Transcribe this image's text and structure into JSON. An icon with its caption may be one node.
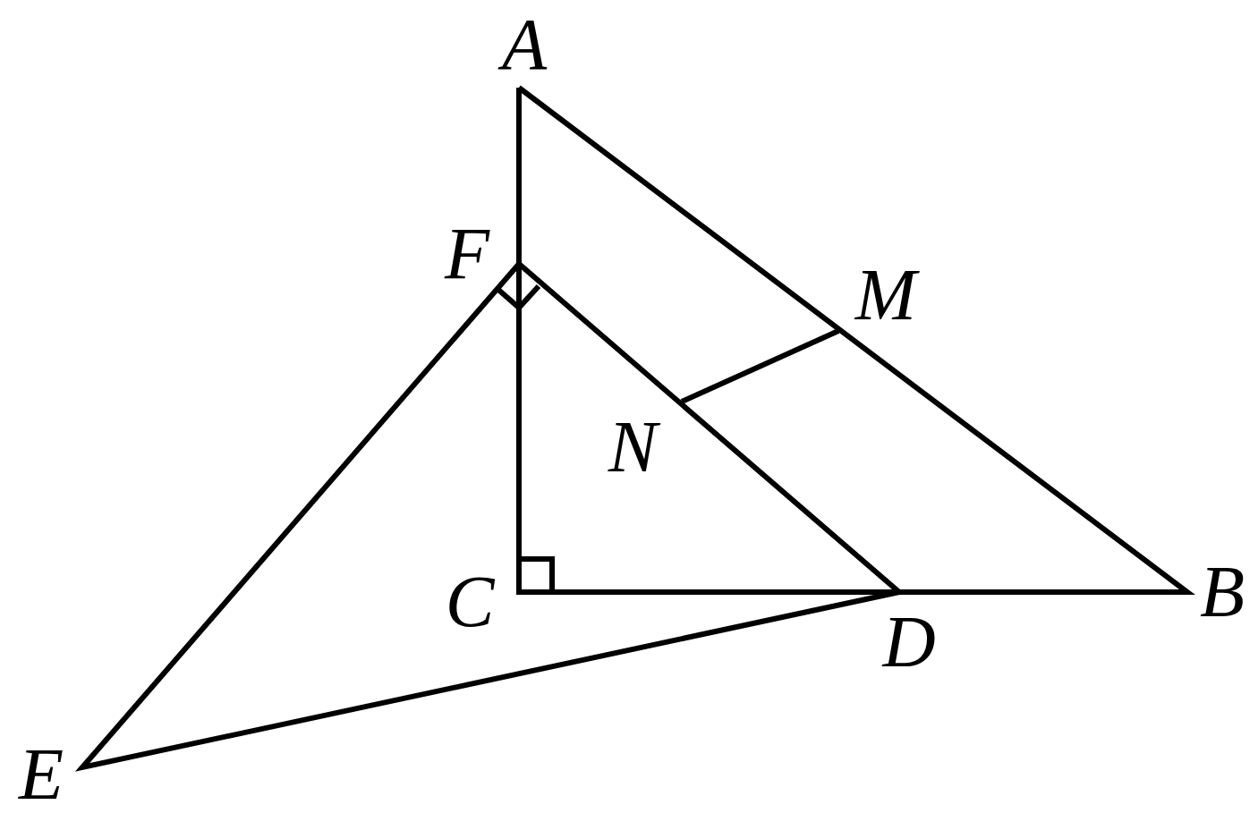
{
  "diagram": {
    "labels": [
      "A",
      "F",
      "M",
      "N",
      "C",
      "B",
      "D",
      "E"
    ]
  }
}
